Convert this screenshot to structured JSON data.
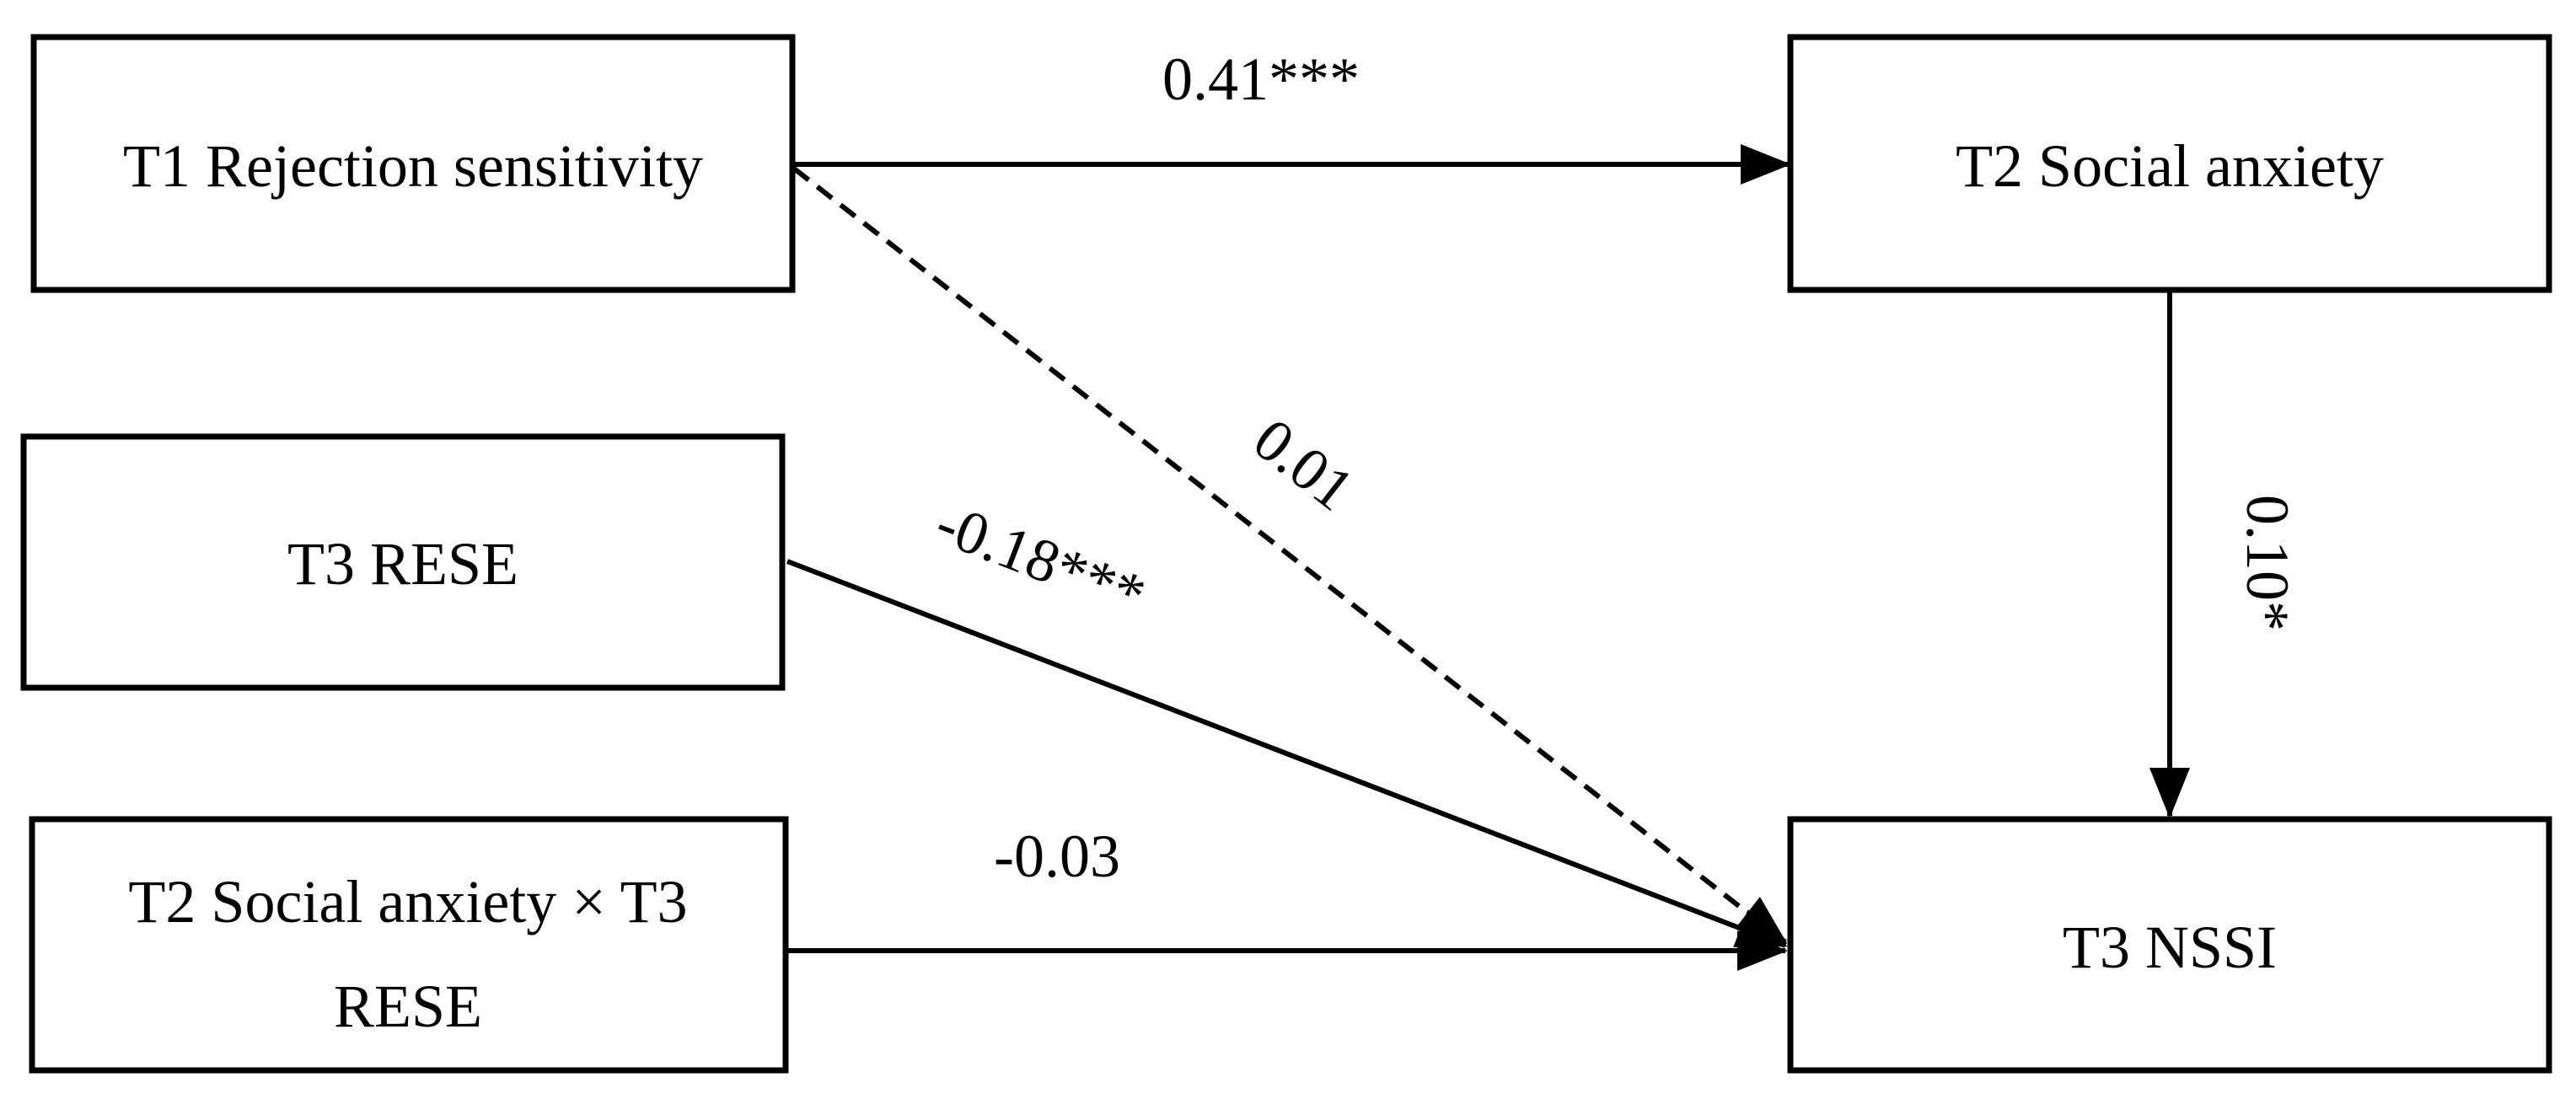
{
  "nodes": {
    "rejection_sensitivity": {
      "label": "T1 Rejection sensitivity"
    },
    "social_anxiety": {
      "label": "T2 Social anxiety"
    },
    "rese": {
      "label": "T3 RESE"
    },
    "interaction": {
      "label_line1": "T2 Social anxiety × T3",
      "label_line2": "RESE"
    },
    "nssi": {
      "label": "T3 NSSI"
    }
  },
  "edges": {
    "rs_to_sa": {
      "coefficient": "0.41***",
      "style": "solid"
    },
    "rs_to_nssi": {
      "coefficient": "0.01",
      "style": "dashed"
    },
    "rese_to_nssi": {
      "coefficient": "-0.18***",
      "style": "solid"
    },
    "interaction_to_nssi": {
      "coefficient": "-0.03",
      "style": "solid"
    },
    "sa_to_nssi": {
      "coefficient": "0.10*",
      "style": "solid"
    }
  },
  "colors": {
    "stroke": "#000000",
    "background": "#ffffff"
  }
}
